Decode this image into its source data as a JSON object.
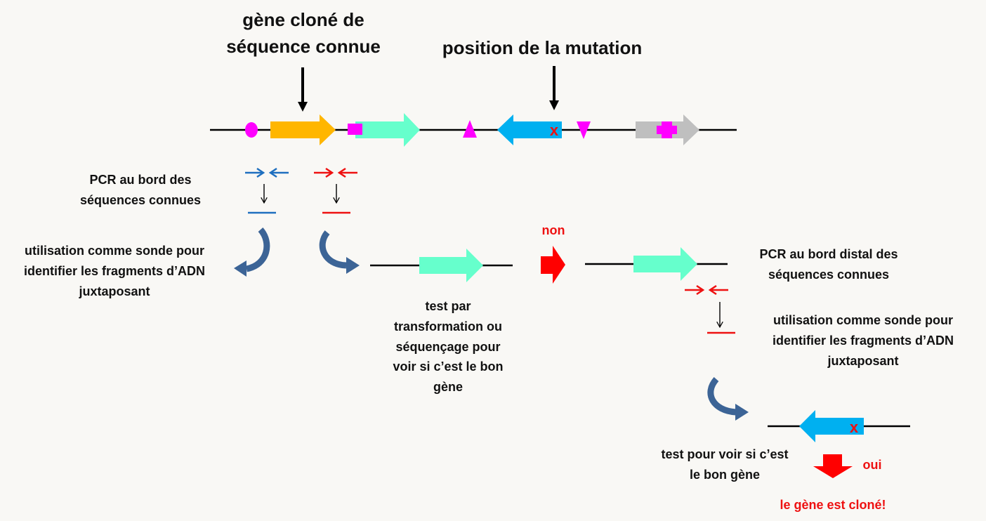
{
  "labels": {
    "cloned_gene": [
      "gène cloné de",
      "séquence connue"
    ],
    "mutation_position": "position de la mutation",
    "pcr_edges": [
      "PCR au bord des",
      "séquences connues"
    ],
    "probe_use_1": [
      "utilisation comme sonde pour",
      "identifier les fragments d’ADN",
      "juxtaposant"
    ],
    "test_transformation": [
      "test par",
      "transformation ou",
      "séquençage pour",
      "voir si c’est le bon",
      "gène"
    ],
    "no": "non",
    "pcr_distal": [
      "PCR au bord distal des",
      "séquences connues"
    ],
    "probe_use_2": [
      "utilisation comme sonde pour",
      "identifier les fragments d’ADN",
      "juxtaposant"
    ],
    "test_good_gene": [
      "test pour voir si c’est",
      "le bon gène"
    ],
    "yes": "oui",
    "conclusion": "le gène est cloné!",
    "mutation_mark": "x"
  },
  "colors": {
    "cloned_gene_arrow": "#ffb600",
    "neighbor_gene_arrow": "#66ffcc",
    "target_gene_arrow": "#00b0f0",
    "last_gene_arrow": "#bfbfbf",
    "markers": "#ff00ff",
    "curved_arrow": "#3c6496",
    "primer_set_1": "#1f6fbf",
    "primer_set_2": "#ee1111",
    "decision_arrow": "#ff0000"
  }
}
